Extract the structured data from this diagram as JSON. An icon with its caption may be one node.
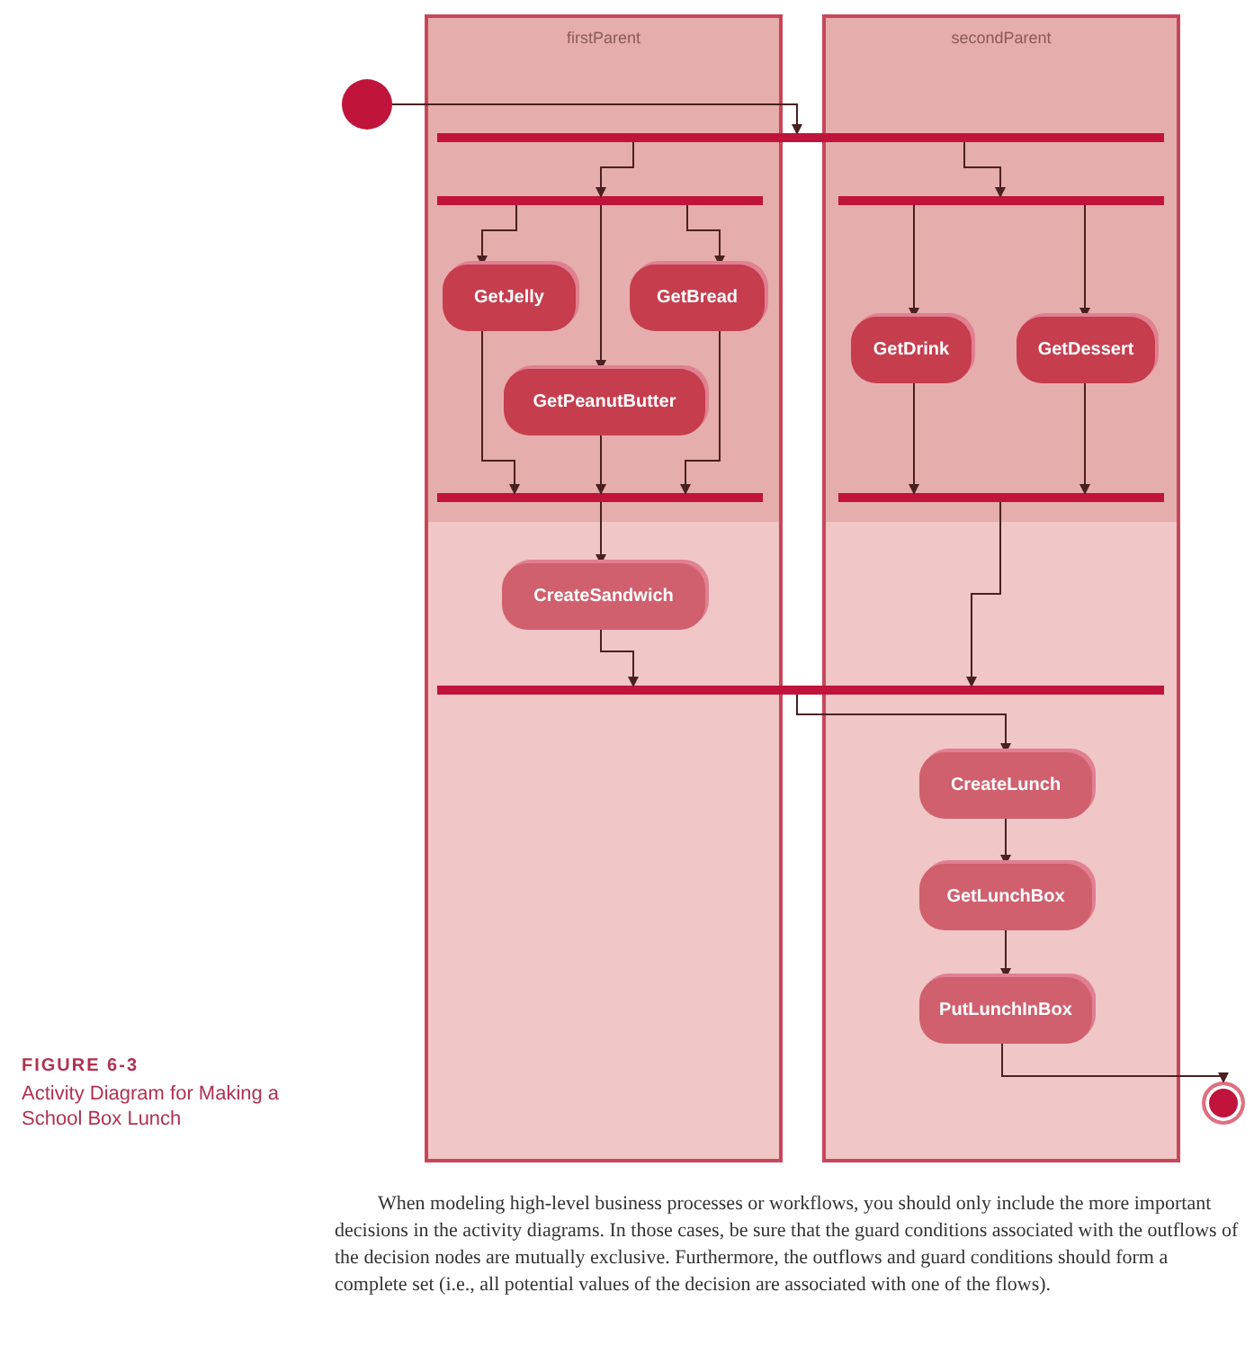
{
  "diagram": {
    "caption": "Activity Diagram for Making a School Box Lunch",
    "nodes": [
      {
        "text": [
          "firstParent"
        ]
      },
      {
        "text": [
          "secondParent"
        ]
      },
      {
        "text": [],
        "shape": "circle"
      },
      {
        "text": [],
        "shape": "bar"
      },
      {
        "text": [],
        "shape": "bar",
        "in": 0
      },
      {
        "text": [],
        "shape": "bar",
        "in": 1
      },
      {
        "text": [
          "GetJelly"
        ],
        "in": 0
      },
      {
        "text": [
          "GetBread"
        ],
        "in": 0
      },
      {
        "text": [
          "GetPeanutButter"
        ],
        "in": 0
      },
      {
        "text": [
          "GetDrink"
        ],
        "in": 1
      },
      {
        "text": [
          "GetDessert"
        ],
        "in": 1
      },
      {
        "text": [],
        "shape": "bar",
        "in": 0
      },
      {
        "text": [],
        "shape": "bar",
        "in": 1
      },
      {
        "text": [
          "CreateSandwich"
        ],
        "in": 0
      },
      {
        "text": [],
        "shape": "bar"
      },
      {
        "text": [
          "CreateLunch"
        ],
        "in": 1
      },
      {
        "text": [
          "GetLunchBox"
        ],
        "in": 1
      },
      {
        "text": [
          "PutLunchInBox"
        ],
        "in": 1
      },
      {
        "text": [],
        "shape": "circle"
      }
    ],
    "edges": [
      {
        "from": 2,
        "to": 3,
        "arrow": "to"
      },
      {
        "from": 3,
        "to": 4,
        "arrow": "to"
      },
      {
        "from": 3,
        "to": 5,
        "arrow": "to"
      },
      {
        "from": 4,
        "to": 6,
        "arrow": "to"
      },
      {
        "from": 4,
        "to": 8,
        "arrow": "to"
      },
      {
        "from": 4,
        "to": 7,
        "arrow": "to"
      },
      {
        "from": 5,
        "to": 9,
        "arrow": "to"
      },
      {
        "from": 5,
        "to": 10,
        "arrow": "to"
      },
      {
        "from": 6,
        "to": 11,
        "arrow": "to"
      },
      {
        "from": 8,
        "to": 11,
        "arrow": "to"
      },
      {
        "from": 7,
        "to": 11,
        "arrow": "to"
      },
      {
        "from": 9,
        "to": 12,
        "arrow": "to"
      },
      {
        "from": 10,
        "to": 12,
        "arrow": "to"
      },
      {
        "from": 11,
        "to": 13,
        "arrow": "to"
      },
      {
        "from": 12,
        "to": 14,
        "arrow": "to"
      },
      {
        "from": 13,
        "to": 14,
        "arrow": "to"
      },
      {
        "from": 14,
        "to": 15,
        "arrow": "to"
      },
      {
        "from": 15,
        "to": 16,
        "arrow": "to"
      },
      {
        "from": 16,
        "to": 17,
        "arrow": "to"
      },
      {
        "from": 17,
        "to": 18,
        "arrow": "to"
      }
    ],
    "labels": [
      "FIGURE 6-3",
      "When modeling high-level business processes or workflows, you should only include the more important decisions in the activity diagrams. In those cases, be sure that the guard conditions associated with the outflows of the decision nodes are mutually exclusive. Furthermore, the outflows and guard conditions should form a complete set (i.e., all potential values of the decision are associated with one of the flows)."
    ]
  }
}
